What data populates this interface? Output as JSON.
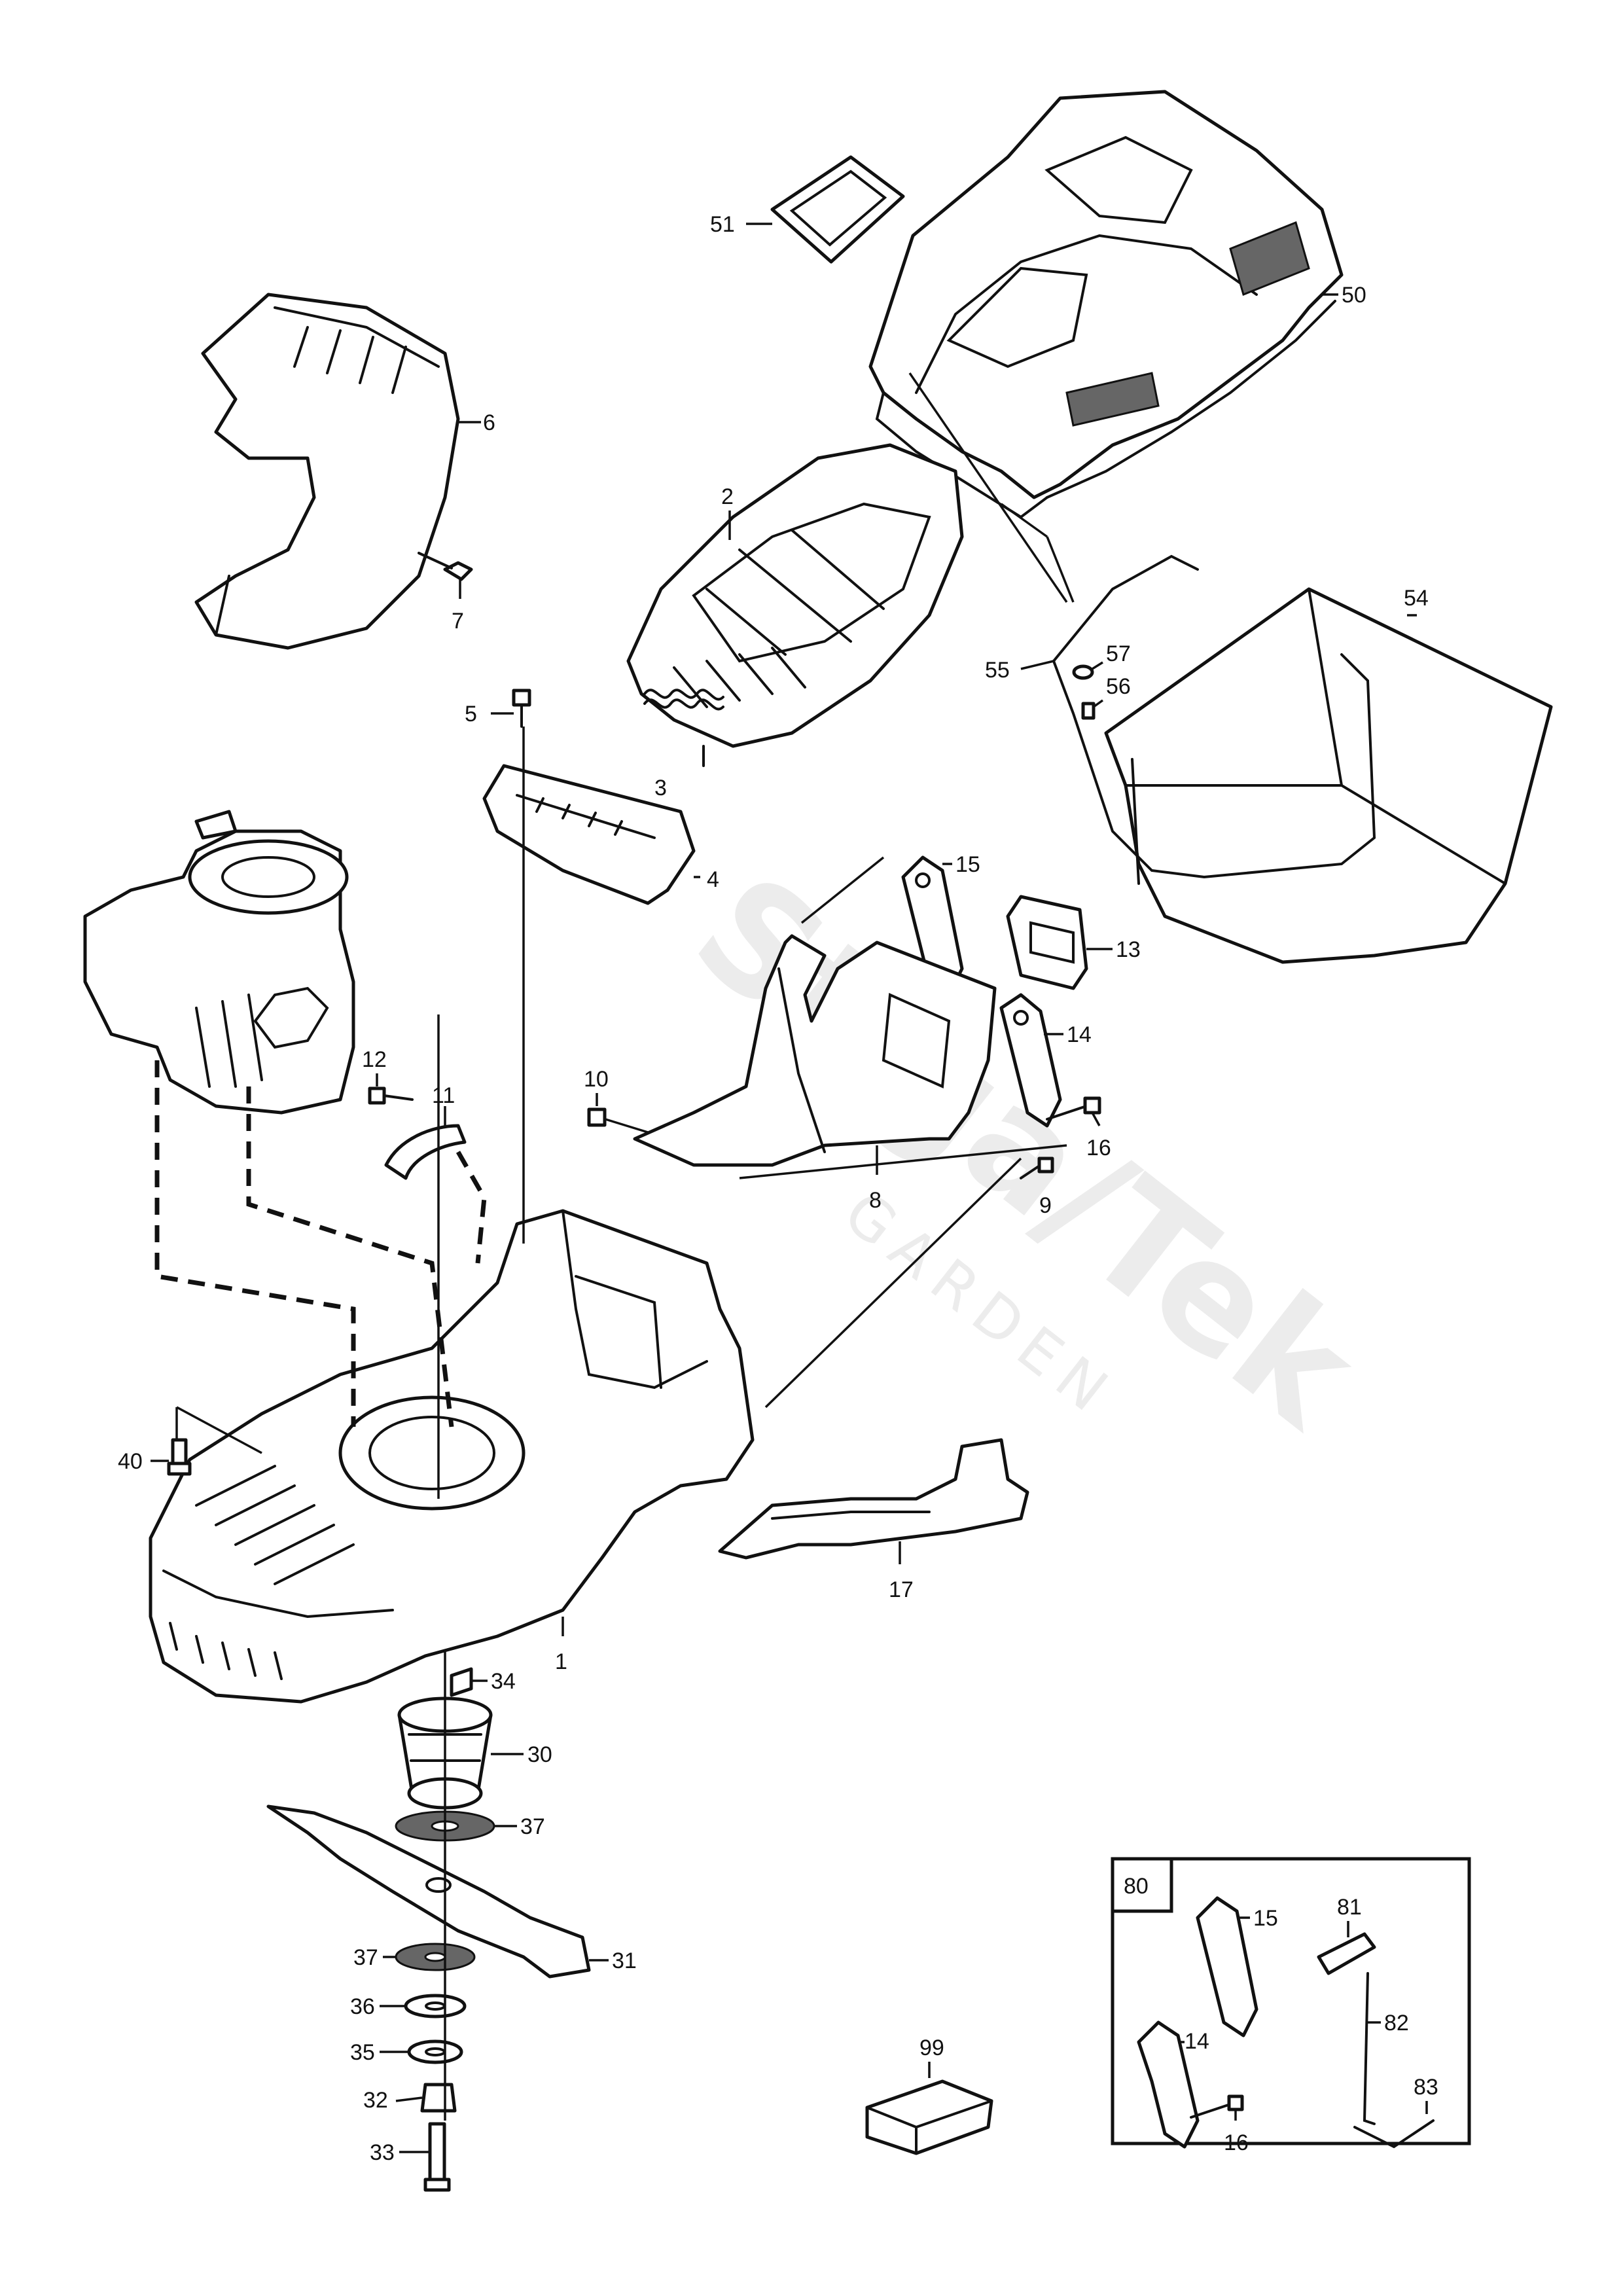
{
  "watermark": {
    "brand": "Stiga/Tek",
    "sub": "GARDEN"
  },
  "callouts": [
    {
      "n": "1",
      "label": "1"
    },
    {
      "n": "2",
      "label": "2"
    },
    {
      "n": "3",
      "label": "3"
    },
    {
      "n": "4",
      "label": "4"
    },
    {
      "n": "5",
      "label": "5"
    },
    {
      "n": "6",
      "label": "6"
    },
    {
      "n": "7",
      "label": "7"
    },
    {
      "n": "8",
      "label": "8"
    },
    {
      "n": "9",
      "label": "9"
    },
    {
      "n": "10",
      "label": "10"
    },
    {
      "n": "11",
      "label": "11"
    },
    {
      "n": "12",
      "label": "12"
    },
    {
      "n": "13",
      "label": "13"
    },
    {
      "n": "14",
      "label": "14"
    },
    {
      "n": "15",
      "label": "15"
    },
    {
      "n": "16",
      "label": "16"
    },
    {
      "n": "17",
      "label": "17"
    },
    {
      "n": "30",
      "label": "30"
    },
    {
      "n": "31",
      "label": "31"
    },
    {
      "n": "32",
      "label": "32"
    },
    {
      "n": "33",
      "label": "33"
    },
    {
      "n": "34",
      "label": "34"
    },
    {
      "n": "35",
      "label": "35"
    },
    {
      "n": "36",
      "label": "36"
    },
    {
      "n": "37a",
      "label": "37"
    },
    {
      "n": "37b",
      "label": "37"
    },
    {
      "n": "40",
      "label": "40"
    },
    {
      "n": "50",
      "label": "50"
    },
    {
      "n": "51",
      "label": "51"
    },
    {
      "n": "54",
      "label": "54"
    },
    {
      "n": "55",
      "label": "55"
    },
    {
      "n": "56",
      "label": "56"
    },
    {
      "n": "57",
      "label": "57"
    },
    {
      "n": "99",
      "label": "99"
    }
  ],
  "kit": {
    "number": "80",
    "callouts": [
      {
        "n": "k15",
        "label": "15"
      },
      {
        "n": "k14",
        "label": "14"
      },
      {
        "n": "k16",
        "label": "16"
      },
      {
        "n": "81",
        "label": "81"
      },
      {
        "n": "82",
        "label": "82"
      },
      {
        "n": "83",
        "label": "83"
      }
    ]
  }
}
